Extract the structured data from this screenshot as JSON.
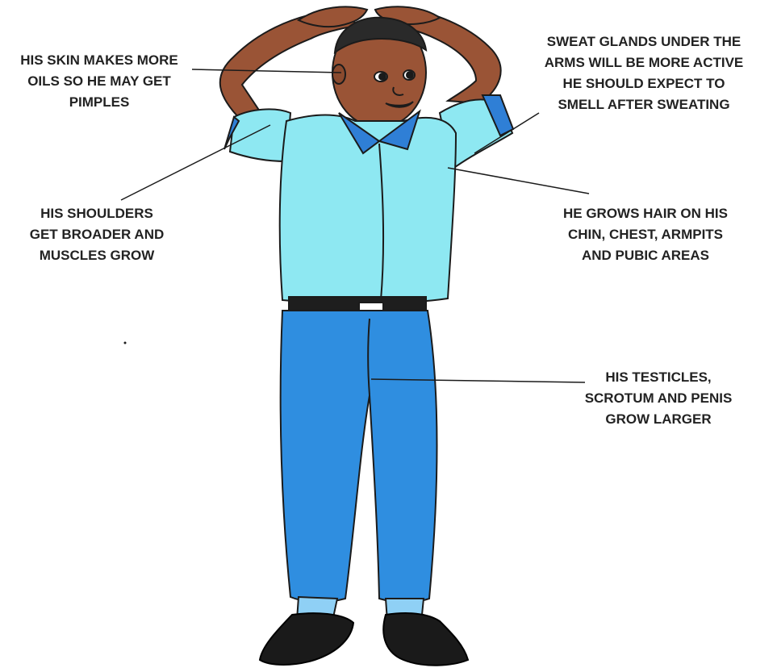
{
  "labels": {
    "skin": [
      "HIS SKIN MAKES MORE",
      "OILS SO HE MAY GET",
      "PIMPLES"
    ],
    "shoulders": [
      "HIS SHOULDERS",
      "GET BROADER AND",
      "MUSCLES GROW"
    ],
    "sweat": [
      "SWEAT GLANDS UNDER THE",
      "ARMS WILL BE MORE ACTIVE",
      "HE SHOULD EXPECT TO",
      "SMELL AFTER SWEATING"
    ],
    "hair": [
      "HE GROWS HAIR ON HIS",
      "CHIN, CHEST, ARMPITS",
      "AND PUBIC AREAS"
    ],
    "testicles": [
      "HIS TESTICLES,",
      "SCROTUM AND PENIS",
      "GROW LARGER"
    ]
  },
  "colors": {
    "skin": "#9a5436",
    "shirt": "#8ee8f2",
    "collar": "#2f7fd6",
    "trousers": "#2f8ee0",
    "socks": "#8fd0f5",
    "shoes": "#1a1a1a",
    "outline": "#1b1b1b",
    "text": "#222222"
  }
}
